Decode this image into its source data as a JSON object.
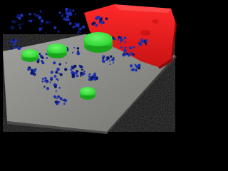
{
  "scene": {
    "colors": {
      "background": "#000000",
      "floor": "#9a9a96",
      "floor_shadow": "#6e6e6a",
      "green_disk": "#37e63a",
      "green_disk_edge": "#1aa31d",
      "red_body": "#ee1d1d",
      "red_body_dark": "#b40f10",
      "blue_cluster": "#1b2fb0",
      "blue_cluster_dark": "#0b1660"
    },
    "icons": {
      "floor": "textured-gray-slab",
      "red_body": "red-3d-block",
      "green_disk": "green-cylinder",
      "blue_cluster": "blue-particle-cluster"
    }
  }
}
